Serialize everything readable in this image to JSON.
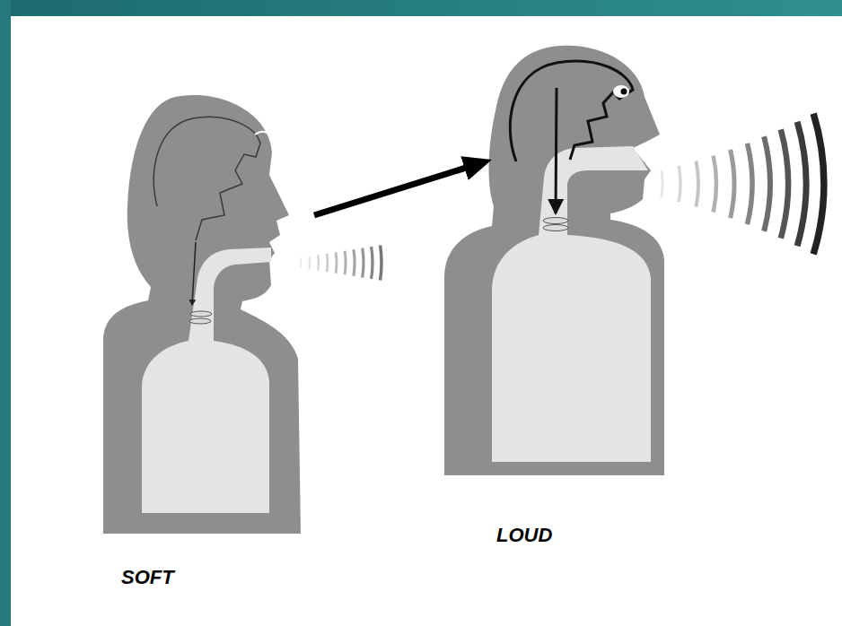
{
  "diagram": {
    "nodes": [
      {
        "text": [
          "SOFT"
        ]
      },
      {
        "text": [
          "LOUD"
        ]
      }
    ],
    "edges": [
      {
        "from": 0,
        "to": 1,
        "arrow": "to"
      }
    ]
  }
}
